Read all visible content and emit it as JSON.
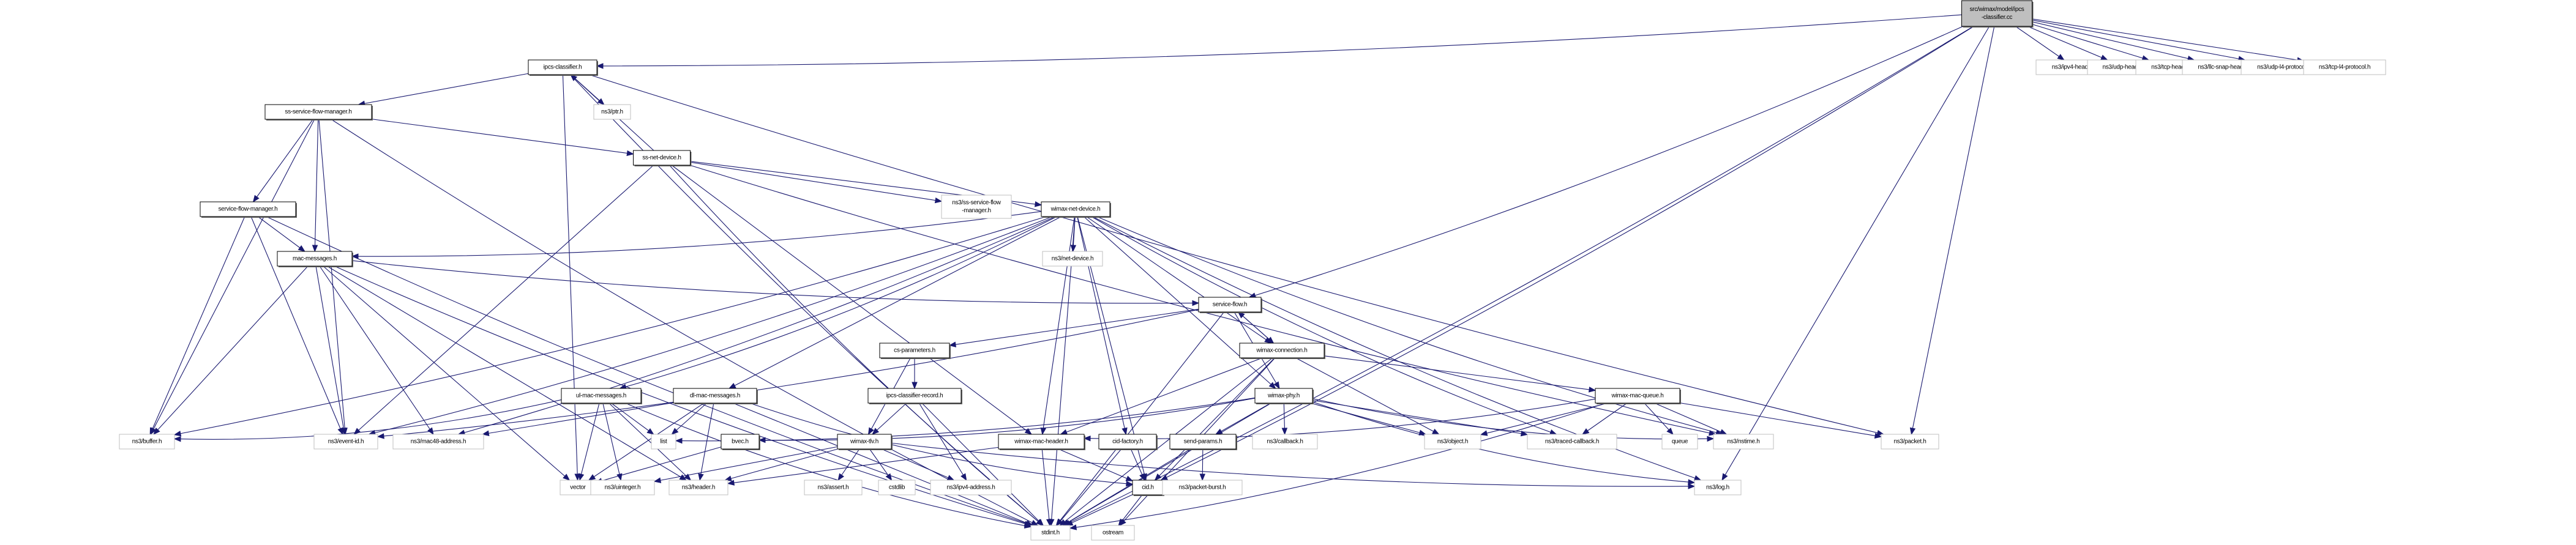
{
  "title": "src/wimax/model/ipcs-classifier.cc include dependency graph",
  "colors": {
    "edge": "#191970",
    "root_fill": "#bfbfbf",
    "external_border": "#bfbfbf",
    "internal_border": "#000000"
  },
  "nodes": [
    {
      "id": "root",
      "label": [
        "src/wimax/model/ipcs",
        "-classifier.cc"
      ],
      "kind": "root"
    },
    {
      "id": "ipcs_classifier_h",
      "label": [
        "ipcs-classifier.h"
      ],
      "kind": "internal"
    },
    {
      "id": "ns3_ptr_h",
      "label": [
        "ns3/ptr.h"
      ],
      "kind": "external"
    },
    {
      "id": "ss_service_flow_manager_h",
      "label": [
        "ss-service-flow-manager.h"
      ],
      "kind": "internal"
    },
    {
      "id": "ss_net_device_h",
      "label": [
        "ss-net-device.h"
      ],
      "kind": "internal"
    },
    {
      "id": "service_flow_manager_h",
      "label": [
        "service-flow-manager.h"
      ],
      "kind": "internal"
    },
    {
      "id": "mac_messages_h",
      "label": [
        "mac-messages.h"
      ],
      "kind": "internal"
    },
    {
      "id": "ns3_ss_service_flow_manager_h",
      "label": [
        "ns3/ss-service-flow",
        "-manager.h"
      ],
      "kind": "external"
    },
    {
      "id": "wimax_net_device_h",
      "label": [
        "wimax-net-device.h"
      ],
      "kind": "internal"
    },
    {
      "id": "ns3_net_device_h",
      "label": [
        "ns3/net-device.h"
      ],
      "kind": "external"
    },
    {
      "id": "service_flow_h",
      "label": [
        "service-flow.h"
      ],
      "kind": "internal"
    },
    {
      "id": "wimax_connection_h",
      "label": [
        "wimax-connection.h"
      ],
      "kind": "internal"
    },
    {
      "id": "cs_parameters_h",
      "label": [
        "cs-parameters.h"
      ],
      "kind": "internal"
    },
    {
      "id": "ul_mac_messages_h",
      "label": [
        "ul-mac-messages.h"
      ],
      "kind": "internal"
    },
    {
      "id": "dl_mac_messages_h",
      "label": [
        "dl-mac-messages.h"
      ],
      "kind": "internal"
    },
    {
      "id": "ipcs_classifier_record_h",
      "label": [
        "ipcs-classifier-record.h"
      ],
      "kind": "internal"
    },
    {
      "id": "wimax_phy_h",
      "label": [
        "wimax-phy.h"
      ],
      "kind": "internal"
    },
    {
      "id": "wimax_mac_queue_h",
      "label": [
        "wimax-mac-queue.h"
      ],
      "kind": "internal"
    },
    {
      "id": "ns3_buffer_h",
      "label": [
        "ns3/buffer.h"
      ],
      "kind": "external"
    },
    {
      "id": "ns3_event_id_h",
      "label": [
        "ns3/event-id.h"
      ],
      "kind": "external"
    },
    {
      "id": "ns3_mac48_address_h",
      "label": [
        "ns3/mac48-address.h"
      ],
      "kind": "external"
    },
    {
      "id": "list",
      "label": [
        "list"
      ],
      "kind": "external"
    },
    {
      "id": "bvec_h",
      "label": [
        "bvec.h"
      ],
      "kind": "internal"
    },
    {
      "id": "wimax_tlv_h",
      "label": [
        "wimax-tlv.h"
      ],
      "kind": "internal"
    },
    {
      "id": "wimax_mac_header_h",
      "label": [
        "wimax-mac-header.h"
      ],
      "kind": "internal"
    },
    {
      "id": "cid_factory_h",
      "label": [
        "cid-factory.h"
      ],
      "kind": "internal"
    },
    {
      "id": "send_params_h",
      "label": [
        "send-params.h"
      ],
      "kind": "internal"
    },
    {
      "id": "ns3_callback_h",
      "label": [
        "ns3/callback.h"
      ],
      "kind": "external"
    },
    {
      "id": "ns3_object_h",
      "label": [
        "ns3/object.h"
      ],
      "kind": "external"
    },
    {
      "id": "ns3_traced_callback_h",
      "label": [
        "ns3/traced-callback.h"
      ],
      "kind": "external"
    },
    {
      "id": "queue",
      "label": [
        "queue"
      ],
      "kind": "external"
    },
    {
      "id": "ns3_nstime_h",
      "label": [
        "ns3/nstime.h"
      ],
      "kind": "external"
    },
    {
      "id": "ns3_packet_h",
      "label": [
        "ns3/packet.h"
      ],
      "kind": "external"
    },
    {
      "id": "vector",
      "label": [
        "vector"
      ],
      "kind": "external"
    },
    {
      "id": "ns3_uinteger_h",
      "label": [
        "ns3/uinteger.h"
      ],
      "kind": "external"
    },
    {
      "id": "ns3_header_h",
      "label": [
        "ns3/header.h"
      ],
      "kind": "external"
    },
    {
      "id": "ns3_assert_h",
      "label": [
        "ns3/assert.h"
      ],
      "kind": "external"
    },
    {
      "id": "cstdlib",
      "label": [
        "cstdlib"
      ],
      "kind": "external"
    },
    {
      "id": "ns3_ipv4_address_h",
      "label": [
        "ns3/ipv4-address.h"
      ],
      "kind": "external"
    },
    {
      "id": "cid_h",
      "label": [
        "cid.h"
      ],
      "kind": "internal"
    },
    {
      "id": "ns3_packet_burst_h",
      "label": [
        "ns3/packet-burst.h"
      ],
      "kind": "external"
    },
    {
      "id": "ns3_log_h",
      "label": [
        "ns3/log.h"
      ],
      "kind": "external"
    },
    {
      "id": "stdint_h",
      "label": [
        "stdint.h"
      ],
      "kind": "external"
    },
    {
      "id": "ostream",
      "label": [
        "ostream"
      ],
      "kind": "external"
    },
    {
      "id": "ns3_ipv4_header_h",
      "label": [
        "ns3/ipv4-header.h"
      ],
      "kind": "external"
    },
    {
      "id": "ns3_udp_header_h",
      "label": [
        "ns3/udp-header.h"
      ],
      "kind": "external"
    },
    {
      "id": "ns3_tcp_header_h",
      "label": [
        "ns3/tcp-header.h"
      ],
      "kind": "external"
    },
    {
      "id": "ns3_llc_snap_header_h",
      "label": [
        "ns3/llc-snap-header.h"
      ],
      "kind": "external"
    },
    {
      "id": "ns3_udp_l4_protocol_h",
      "label": [
        "ns3/udp-l4-protocol.h"
      ],
      "kind": "external"
    },
    {
      "id": "ns3_tcp_l4_protocol_h",
      "label": [
        "ns3/tcp-l4-protocol.h"
      ],
      "kind": "external"
    }
  ],
  "edges": [
    [
      "root",
      "ipcs_classifier_h"
    ],
    [
      "root",
      "service_flow_h"
    ],
    [
      "root",
      "ns3_packet_h"
    ],
    [
      "root",
      "ns3_log_h"
    ],
    [
      "root",
      "stdint_h"
    ],
    [
      "root",
      "ns3_ipv4_header_h"
    ],
    [
      "root",
      "ns3_udp_header_h"
    ],
    [
      "root",
      "ns3_tcp_header_h"
    ],
    [
      "root",
      "ns3_llc_snap_header_h"
    ],
    [
      "root",
      "ns3_udp_l4_protocol_h"
    ],
    [
      "root",
      "ns3_tcp_l4_protocol_h"
    ],
    [
      "root",
      "cid_h"
    ],
    [
      "ipcs_classifier_h",
      "ns3_ptr_h"
    ],
    [
      "ipcs_classifier_h",
      "ss_service_flow_manager_h"
    ],
    [
      "ipcs_classifier_h",
      "ns3_packet_h"
    ],
    [
      "ipcs_classifier_h",
      "stdint_h"
    ],
    [
      "ipcs_classifier_h",
      "vector"
    ],
    [
      "ss_service_flow_manager_h",
      "ss_net_device_h"
    ],
    [
      "ss_service_flow_manager_h",
      "service_flow_manager_h"
    ],
    [
      "ss_service_flow_manager_h",
      "mac_messages_h"
    ],
    [
      "ss_service_flow_manager_h",
      "ns3_buffer_h"
    ],
    [
      "ss_service_flow_manager_h",
      "ns3_event_id_h"
    ],
    [
      "ss_service_flow_manager_h",
      "stdint_h"
    ],
    [
      "ss_net_device_h",
      "ipcs_classifier_h"
    ],
    [
      "ss_net_device_h",
      "ns3_ss_service_flow_manager_h"
    ],
    [
      "ss_net_device_h",
      "wimax_net_device_h"
    ],
    [
      "ss_net_device_h",
      "wimax_mac_header_h"
    ],
    [
      "ss_net_device_h",
      "ns3_nstime_h"
    ],
    [
      "ss_net_device_h",
      "ns3_event_id_h"
    ],
    [
      "ss_net_device_h",
      "stdint_h"
    ],
    [
      "service_flow_manager_h",
      "mac_messages_h"
    ],
    [
      "service_flow_manager_h",
      "ns3_buffer_h"
    ],
    [
      "service_flow_manager_h",
      "ns3_event_id_h"
    ],
    [
      "service_flow_manager_h",
      "stdint_h"
    ],
    [
      "mac_messages_h",
      "service_flow_h"
    ],
    [
      "mac_messages_h",
      "ns3_buffer_h"
    ],
    [
      "mac_messages_h",
      "ns3_mac48_address_h"
    ],
    [
      "mac_messages_h",
      "ns3_header_h"
    ],
    [
      "mac_messages_h",
      "ns3_event_id_h"
    ],
    [
      "mac_messages_h",
      "vector"
    ],
    [
      "mac_messages_h",
      "stdint_h"
    ],
    [
      "wimax_net_device_h",
      "ns3_net_device_h"
    ],
    [
      "wimax_net_device_h",
      "mac_messages_h"
    ],
    [
      "wimax_net_device_h",
      "wimax_connection_h"
    ],
    [
      "wimax_net_device_h",
      "ul_mac_messages_h"
    ],
    [
      "wimax_net_device_h",
      "dl_mac_messages_h"
    ],
    [
      "wimax_net_device_h",
      "wimax_phy_h"
    ],
    [
      "wimax_net_device_h",
      "wimax_mac_header_h"
    ],
    [
      "wimax_net_device_h",
      "cid_factory_h"
    ],
    [
      "wimax_net_device_h",
      "ns3_traced_callback_h"
    ],
    [
      "wimax_net_device_h",
      "ns3_nstime_h"
    ],
    [
      "wimax_net_device_h",
      "ns3_log_h"
    ],
    [
      "wimax_net_device_h",
      "ns3_mac48_address_h"
    ],
    [
      "wimax_net_device_h",
      "ns3_event_id_h"
    ],
    [
      "wimax_net_device_h",
      "ns3_buffer_h"
    ],
    [
      "wimax_net_device_h",
      "cid_h"
    ],
    [
      "wimax_net_device_h",
      "stdint_h"
    ],
    [
      "service_flow_h",
      "wimax_connection_h"
    ],
    [
      "service_flow_h",
      "cs_parameters_h"
    ],
    [
      "service_flow_h",
      "wimax_phy_h"
    ],
    [
      "service_flow_h",
      "ns3_event_id_h"
    ],
    [
      "service_flow_h",
      "stdint_h"
    ],
    [
      "wimax_connection_h",
      "service_flow_h"
    ],
    [
      "wimax_connection_h",
      "wimax_mac_queue_h"
    ],
    [
      "wimax_connection_h",
      "wimax_mac_header_h"
    ],
    [
      "wimax_connection_h",
      "ns3_object_h"
    ],
    [
      "wimax_connection_h",
      "cid_h"
    ],
    [
      "wimax_connection_h",
      "ostream"
    ],
    [
      "wimax_connection_h",
      "stdint_h"
    ],
    [
      "cs_parameters_h",
      "ipcs_classifier_record_h"
    ],
    [
      "cs_parameters_h",
      "wimax_tlv_h"
    ],
    [
      "ul_mac_messages_h",
      "list"
    ],
    [
      "ul_mac_messages_h",
      "ns3_header_h"
    ],
    [
      "ul_mac_messages_h",
      "ns3_uinteger_h"
    ],
    [
      "ul_mac_messages_h",
      "vector"
    ],
    [
      "ul_mac_messages_h",
      "stdint_h"
    ],
    [
      "ul_mac_messages_h",
      "ns3_buffer_h"
    ],
    [
      "dl_mac_messages_h",
      "list"
    ],
    [
      "dl_mac_messages_h",
      "ns3_header_h"
    ],
    [
      "dl_mac_messages_h",
      "vector"
    ],
    [
      "dl_mac_messages_h",
      "cid_h"
    ],
    [
      "dl_mac_messages_h",
      "stdint_h"
    ],
    [
      "dl_mac_messages_h",
      "ns3_mac48_address_h"
    ],
    [
      "ipcs_classifier_record_h",
      "wimax_tlv_h"
    ],
    [
      "ipcs_classifier_record_h",
      "ns3_ipv4_address_h"
    ],
    [
      "ipcs_classifier_record_h",
      "stdint_h"
    ],
    [
      "wimax_phy_h",
      "send_params_h"
    ],
    [
      "wimax_phy_h",
      "ns3_callback_h"
    ],
    [
      "wimax_phy_h",
      "ns3_object_h"
    ],
    [
      "wimax_phy_h",
      "ns3_traced_callback_h"
    ],
    [
      "wimax_phy_h",
      "ns3_nstime_h"
    ],
    [
      "wimax_phy_h",
      "ns3_log_h"
    ],
    [
      "wimax_phy_h",
      "bvec_h"
    ],
    [
      "wimax_phy_h",
      "list"
    ],
    [
      "wimax_phy_h",
      "stdint_h"
    ],
    [
      "wimax_mac_queue_h",
      "ns3_object_h"
    ],
    [
      "wimax_mac_queue_h",
      "ns3_traced_callback_h"
    ],
    [
      "wimax_mac_queue_h",
      "queue"
    ],
    [
      "wimax_mac_queue_h",
      "ns3_nstime_h"
    ],
    [
      "wimax_mac_queue_h",
      "ns3_packet_h"
    ],
    [
      "wimax_mac_queue_h",
      "wimax_mac_header_h"
    ],
    [
      "wimax_mac_queue_h",
      "stdint_h"
    ],
    [
      "bvec_h",
      "vector"
    ],
    [
      "wimax_tlv_h",
      "ns3_uinteger_h"
    ],
    [
      "wimax_tlv_h",
      "ns3_header_h"
    ],
    [
      "wimax_tlv_h",
      "ns3_assert_h"
    ],
    [
      "wimax_tlv_h",
      "cstdlib"
    ],
    [
      "wimax_tlv_h",
      "ns3_ipv4_address_h"
    ],
    [
      "wimax_tlv_h",
      "ns3_log_h"
    ],
    [
      "wimax_mac_header_h",
      "ns3_header_h"
    ],
    [
      "wimax_mac_header_h",
      "cid_h"
    ],
    [
      "wimax_mac_header_h",
      "stdint_h"
    ],
    [
      "cid_factory_h",
      "cid_h"
    ],
    [
      "cid_factory_h",
      "stdint_h"
    ],
    [
      "send_params_h",
      "ns3_packet_burst_h"
    ],
    [
      "send_params_h",
      "stdint_h"
    ],
    [
      "cid_h",
      "stdint_h"
    ],
    [
      "cid_h",
      "ostream"
    ]
  ]
}
